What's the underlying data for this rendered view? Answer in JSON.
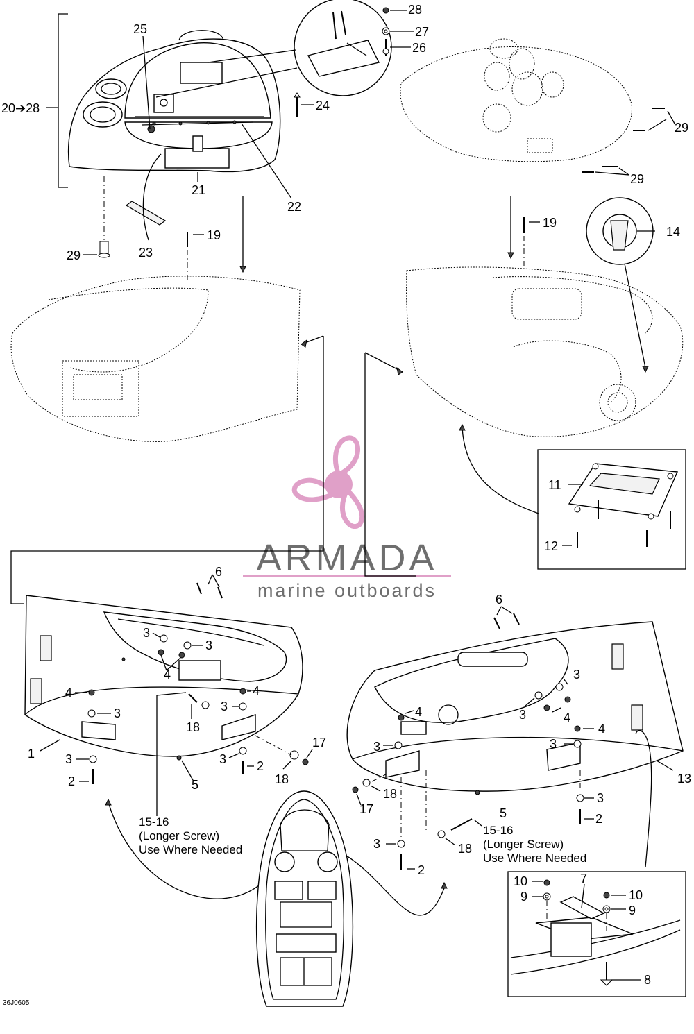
{
  "diagram_code": "36J0605",
  "watermark": {
    "name": "ARMADA",
    "tagline": "marine outboards",
    "accent_color": "#e0a0c8",
    "text_color": "#6e6e6e"
  },
  "callouts": {
    "c20_28": "20➔28",
    "c25": "25",
    "c28": "28",
    "c27": "27",
    "c26": "26",
    "c24": "24",
    "c21": "21",
    "c22": "22",
    "c23": "23",
    "c29a": "29",
    "c19a": "19",
    "c29b": "29",
    "c29c": "29",
    "c19b": "19",
    "c14": "14",
    "c11": "11",
    "c12": "12",
    "c6a": "6",
    "c3a": "3",
    "c3b": "3",
    "c4a": "4",
    "c4b": "4",
    "c3c": "3",
    "c4c": "4",
    "c3d": "3",
    "c1": "1",
    "c18a": "18",
    "c3e": "3",
    "c2a": "2",
    "c17a": "17",
    "c3f": "3",
    "c2b": "2",
    "c5a": "5",
    "c18b": "18",
    "c6b": "6",
    "c3g": "3",
    "c3h": "3",
    "c4d": "4",
    "c4e": "4",
    "c3i": "3",
    "c4f": "4",
    "c3j": "3",
    "c13": "13",
    "c18c": "18",
    "c17b": "17",
    "c3k": "3",
    "c5b": "5",
    "c2c": "2",
    "c3l": "3",
    "c2d": "2",
    "c18d": "18",
    "c10a": "10",
    "c9a": "9",
    "c7": "7",
    "c10b": "10",
    "c9b": "9",
    "c8": "8"
  },
  "notes": {
    "left": [
      "15-16",
      "(Longer Screw)",
      "Use Where Needed"
    ],
    "right": [
      "15-16",
      "(Longer Screw)",
      "Use Where Needed"
    ]
  }
}
